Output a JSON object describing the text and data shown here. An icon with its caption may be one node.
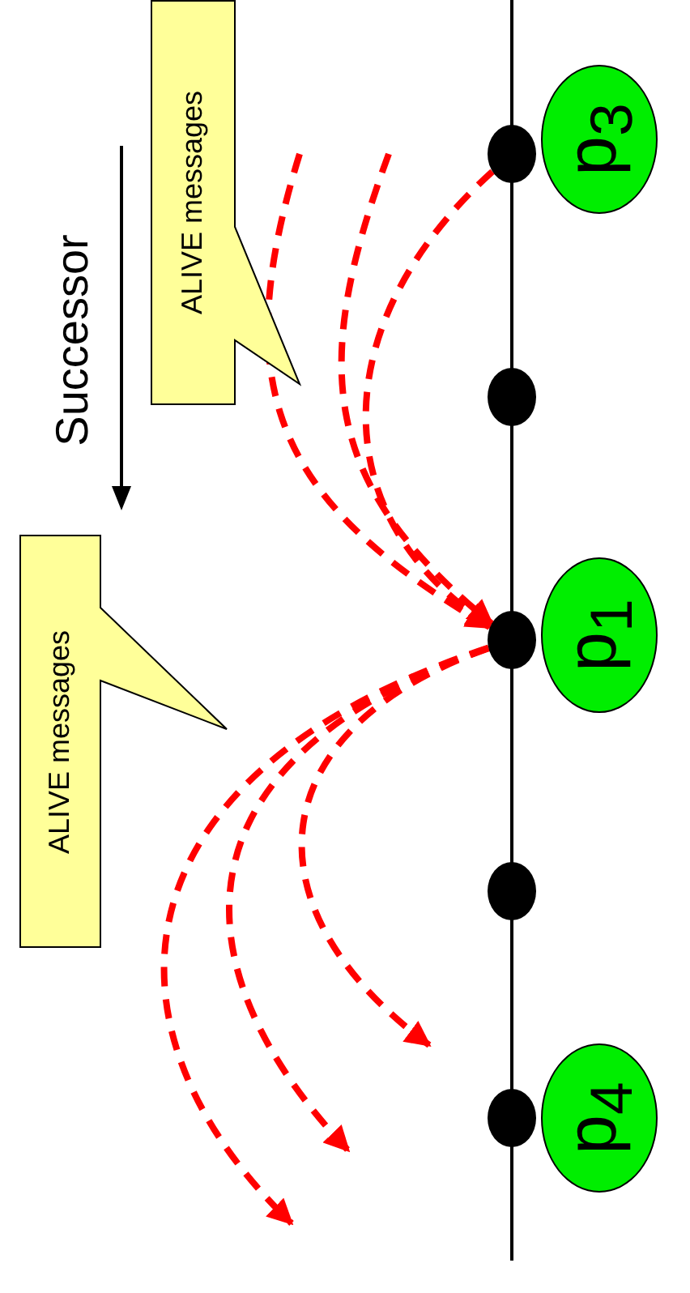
{
  "diagram": {
    "nodes": [
      {
        "text": [
          "ALIVE messages"
        ]
      },
      {
        "text": [],
        "shape": "circle"
      },
      {
        "text": [
          "p$_{3}$"
        ]
      },
      {
        "text": [],
        "shape": "circle"
      },
      {
        "text": [
          "ALIVE messages"
        ]
      },
      {
        "text": [],
        "shape": "circle"
      },
      {
        "text": [
          "p$_{1}$"
        ]
      },
      {
        "text": [],
        "shape": "circle"
      },
      {
        "text": [],
        "shape": "circle"
      },
      {
        "text": [
          "p$_{4}$"
        ]
      }
    ],
    "edges": [
      {
        "from": null,
        "to": 5,
        "arrow": "to",
        "style": "dashed"
      },
      {
        "from": null,
        "to": 5,
        "arrow": "to",
        "style": "dashed"
      },
      {
        "from": 1,
        "to": 5,
        "arrow": "to",
        "style": "dashed"
      },
      {
        "from": 5,
        "to": null,
        "arrow": "to",
        "style": "dashed"
      },
      {
        "from": 5,
        "to": null,
        "arrow": "to",
        "style": "dashed"
      },
      {
        "from": 5,
        "to": null,
        "arrow": "to",
        "style": "dashed"
      }
    ],
    "labels": [
      "Successor"
    ]
  }
}
